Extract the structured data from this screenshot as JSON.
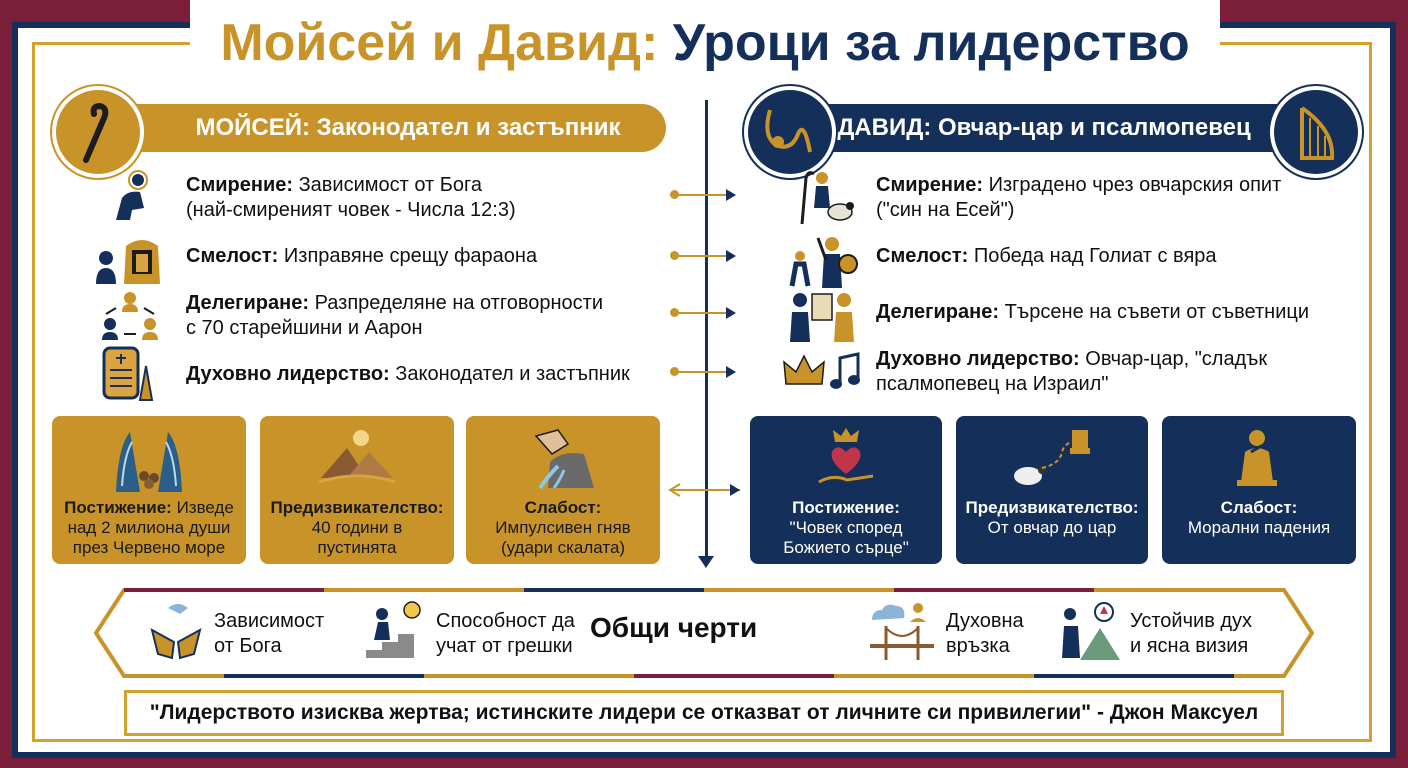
{
  "title": {
    "part1": "Мойсей и Давид:",
    "part2": "Уроци за лидерство"
  },
  "moses": {
    "header": "МОЙСЕЙ: Законодател и застъпник",
    "traits": [
      {
        "label": "Смирение:",
        "text": "Зависимост от Бога",
        "text2": "(най-смиреният човек - Числа 12:3)"
      },
      {
        "label": "Смелост:",
        "text": "Изправяне срещу фараона",
        "text2": ""
      },
      {
        "label": "Делегиране:",
        "text": "Разпределяне на отговорности",
        "text2": "с 70 старейшини и Аарон"
      },
      {
        "label": "Духовно лидерство:",
        "text": "Законодател и застъпник",
        "text2": ""
      }
    ],
    "boxes": [
      {
        "label": "Постижение:",
        "text": "Изведе",
        "text2": "над 2 милиона души",
        "text3": "през Червено море"
      },
      {
        "label": "Предизвикателство:",
        "text": "40 години в",
        "text2": "пустинята"
      },
      {
        "label": "Слабост:",
        "text": "Импулсивен гняв",
        "text2": "(удари скалата)"
      }
    ]
  },
  "david": {
    "header": "ДАВИД: Овчар-цар и псалмопевец",
    "traits": [
      {
        "label": "Смирение:",
        "text": "Изградено чрез овчарския опит",
        "text2": "(\"син на Есей\")"
      },
      {
        "label": "Смелост:",
        "text": "Победа над Голиат с вяра",
        "text2": ""
      },
      {
        "label": "Делегиране:",
        "text": "Търсене на съвети от съветници",
        "text2": ""
      },
      {
        "label": "Духовно лидерство:",
        "text": "Овчар-цар, \"сладък",
        "text2": "псалмопевец на Израил\""
      }
    ],
    "boxes": [
      {
        "label": "Постижение:",
        "text": "\"Човек според",
        "text2": "Божието сърце\""
      },
      {
        "label": "Предизвикателство:",
        "text": "От овчар до цар",
        "text2": ""
      },
      {
        "label": "Слабост:",
        "text": "Морални падения",
        "text2": ""
      }
    ]
  },
  "common": {
    "label": "Общи черти",
    "items": [
      {
        "line1": "Зависимост",
        "line2": "от Бога",
        "icon": "hands-dove-icon"
      },
      {
        "line1": "Способност да",
        "line2": "учат от грешки",
        "icon": "stairs-idea-icon"
      },
      {
        "line1": "Духовна",
        "line2": "връзка",
        "icon": "bridge-icon"
      },
      {
        "line1": "Устойчив дух",
        "line2": "и ясна визия",
        "icon": "compass-mountain-icon"
      }
    ]
  },
  "quote": "\"Лидерството изисква жертва; истинските лидери се отказват от личните си привилегии\" - Джон Максуел",
  "colors": {
    "gold": "#c8942a",
    "navy": "#14305a",
    "maroon": "#7a1e3a"
  }
}
